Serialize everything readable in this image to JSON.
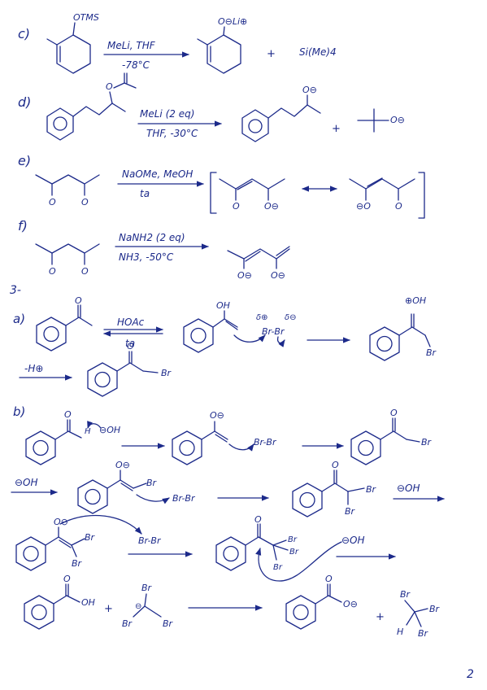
{
  "ink_color": "#1c2a8a",
  "page_number": "2",
  "parts": {
    "c": {
      "label": "c)",
      "reactant_group": "OTMS",
      "reagent_top": "MeLi, THF",
      "reagent_bottom": "-78°C",
      "product_anion": "O⊖Li⊕",
      "plus": "+",
      "byproduct": "Si(Me)4"
    },
    "d": {
      "label": "d)",
      "reactant_o": "O",
      "reagent_top": "MeLi (2 eq)",
      "reagent_bottom": "THF, -30°C",
      "product_anion": "O⊖",
      "plus": "+",
      "byproduct_anion": "O⊖"
    },
    "e": {
      "label": "e)",
      "reactant_o1": "O",
      "reactant_o2": "O",
      "reagent_top": "NaOMe, MeOH",
      "reagent_bottom": "ta",
      "res1_o1": "O",
      "res1_o2": "O⊖",
      "res2_o1": "⊖O",
      "res2_o2": "O"
    },
    "f": {
      "label": "f)",
      "reactant_o1": "O",
      "reactant_o2": "O",
      "reagent_top": "NaNH2 (2 eq)",
      "reagent_bottom": "NH3, -50°C",
      "prod_o1": "O⊖",
      "prod_o2": "O⊖"
    }
  },
  "section3": {
    "label": "3-",
    "a": {
      "label": "a)",
      "o1": "O",
      "reagent_top": "HOAc",
      "reagent_bottom": "ta",
      "enol_oh": "OH",
      "delta_plus": "δ⊕",
      "delta_minus": "δ⊖",
      "br2": "Br-Br",
      "oxonium": "⊕OH",
      "br_prod": "Br",
      "deprot": "-H⊕",
      "final_o": "O",
      "final_br": "Br"
    },
    "b": {
      "label": "b)",
      "r1_o": "O",
      "r1_h": "H",
      "r1_oh": "⊖OH",
      "r1_enolate": "O⊖",
      "r1_br2": "Br-Br",
      "r1_prod_o": "O",
      "r1_prod_br": "Br",
      "r2_oh": "⊖OH",
      "r2_enolate": "O⊖",
      "r2_br": "Br",
      "r2_br2": "Br-Br",
      "r2_prod_o": "O",
      "r2_prod_br1": "Br",
      "r2_prod_br2": "Br",
      "r2_oh_next": "⊖OH",
      "r3_enolate": "O⊖",
      "r3_br1": "Br",
      "r3_br2": "Br",
      "r3_br2mol": "Br-Br",
      "r3_prod_o": "O",
      "r3_prod_br1": "Br",
      "r3_prod_br2": "Br",
      "r3_prod_br3": "Br",
      "r3_oh": "⊖OH",
      "r4_o": "O",
      "r4_oh": "OH",
      "r4_plus": "+",
      "r4_br1": "Br",
      "r4_br2": "Br",
      "r4_br3": "Br",
      "r4_carbanion": "⊖",
      "r4_prod_o": "O",
      "r4_prod_anion": "O⊖",
      "r4_plus2": "+",
      "r4_h": "H",
      "r4_bbr1": "Br",
      "r4_bbr2": "Br",
      "r4_bbr3": "Br"
    }
  }
}
